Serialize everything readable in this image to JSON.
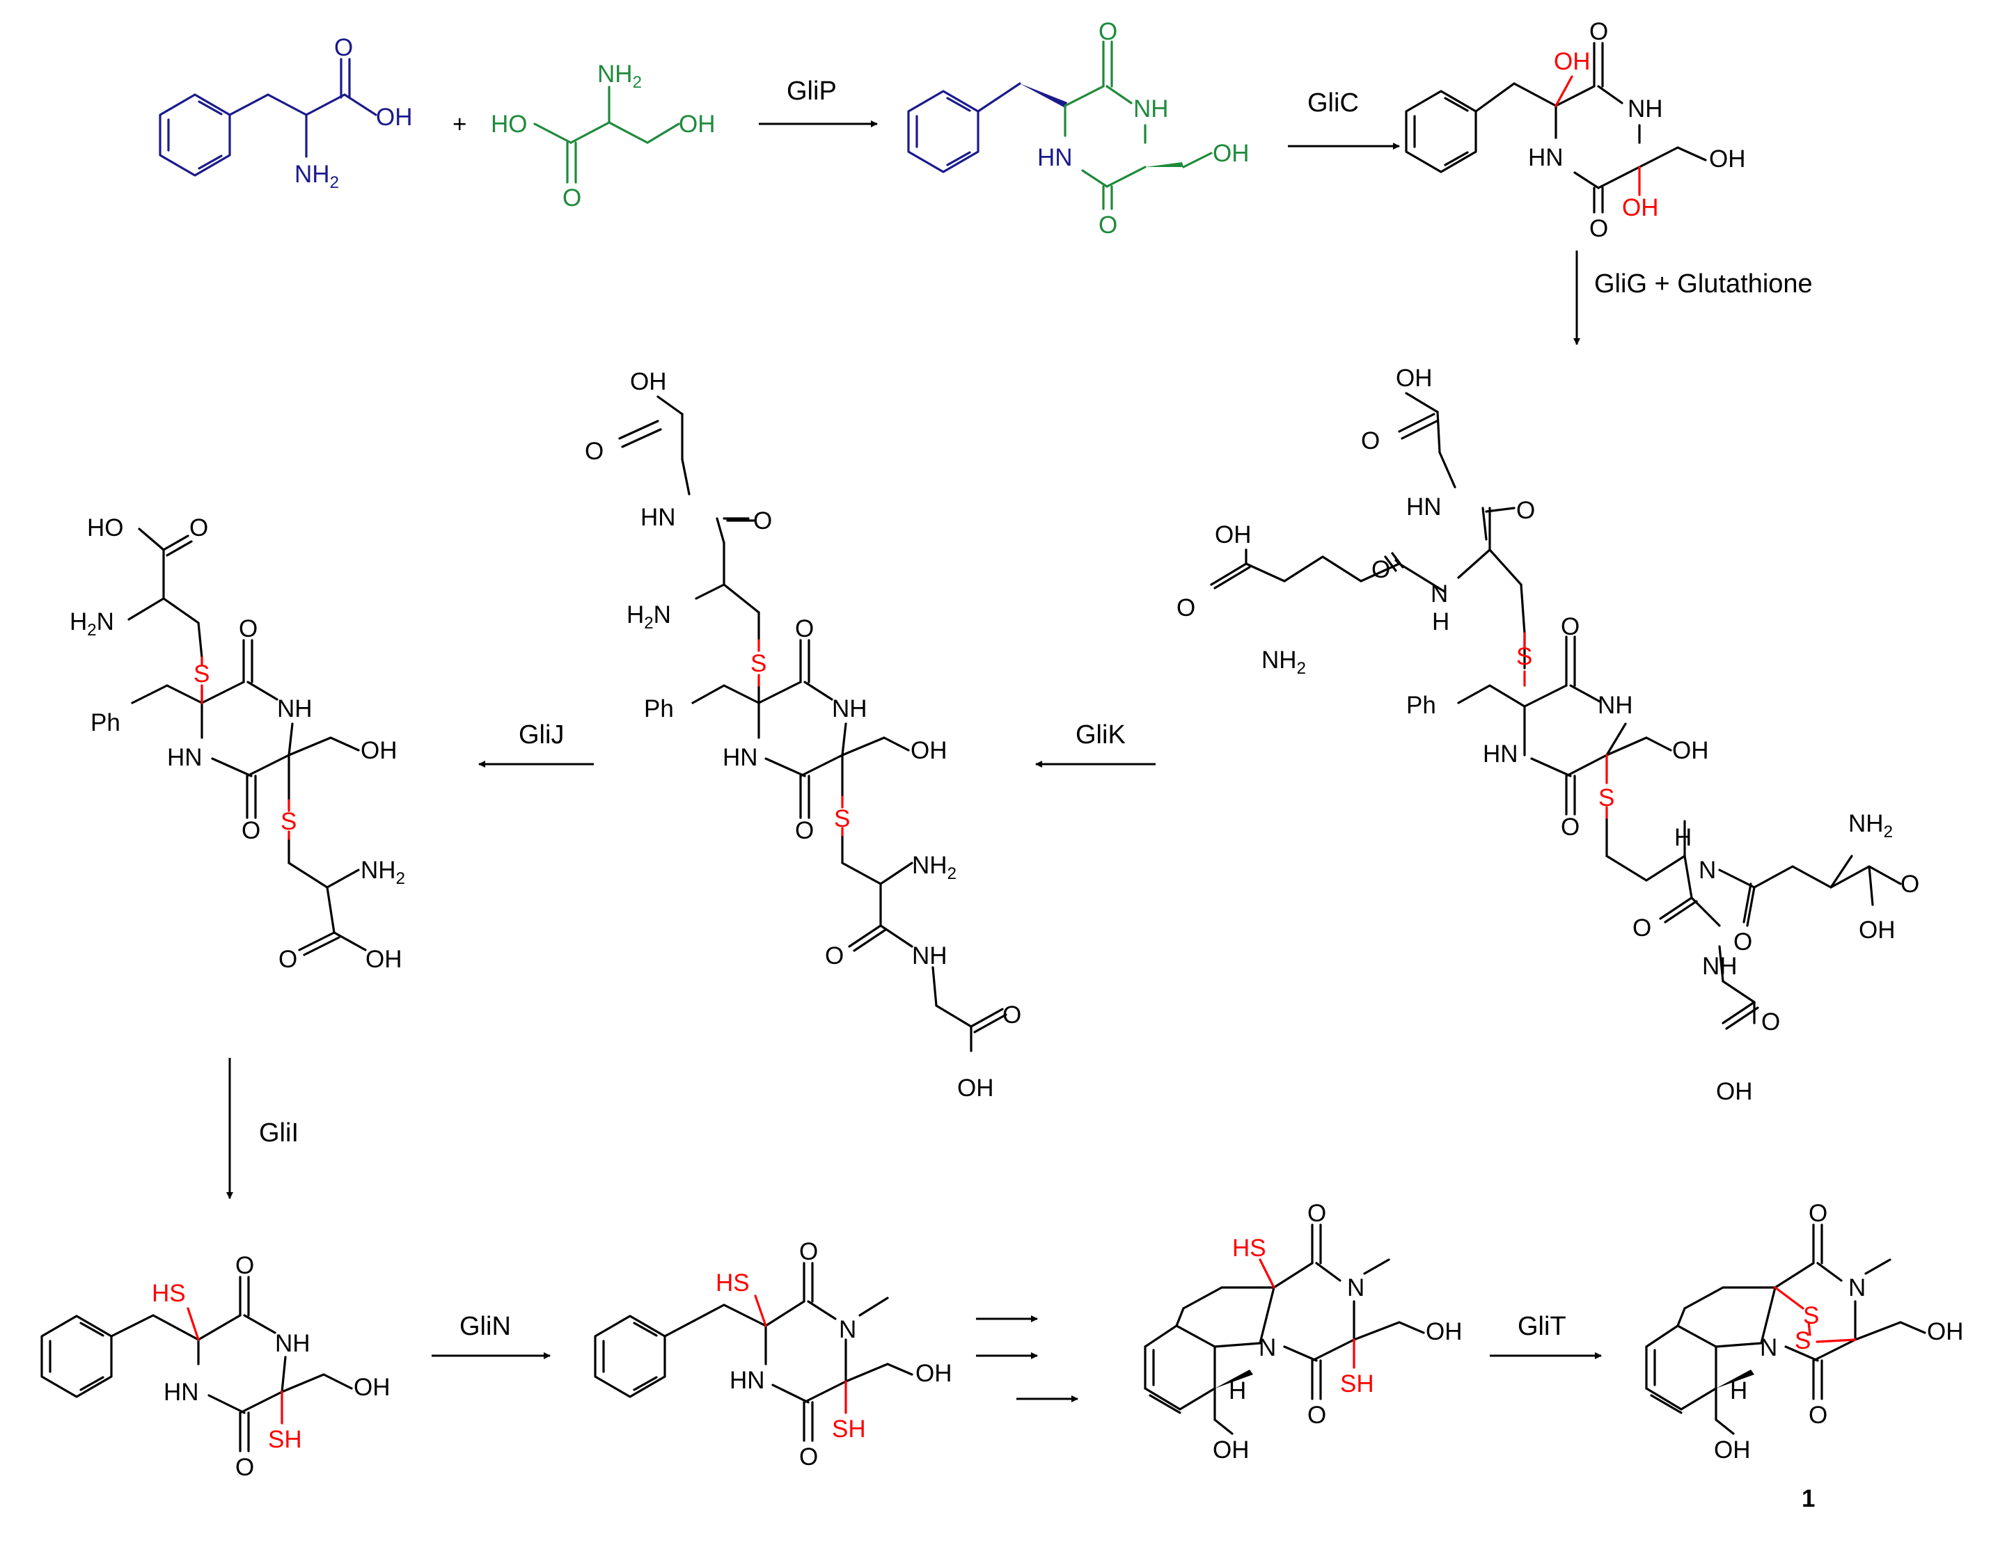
{
  "colors": {
    "black": "#000000",
    "phe": "#1a1a8c",
    "ser": "#1f8a3c",
    "highlight": "#ff0000"
  },
  "enzymes": {
    "glip": "GliP",
    "glic": "GliC",
    "glig": "GliG + Glutathione",
    "glik": "GliK",
    "glij": "GliJ",
    "glii": "GliI",
    "glin": "GliN",
    "glit": "GliT"
  },
  "compound_number": "1",
  "plus": "+",
  "atoms": {
    "O": "O",
    "OH": "OH",
    "HO": "HO",
    "NH": "NH",
    "HN": "HN",
    "NH2": "NH",
    "H2N": "H",
    "N": "N",
    "H": "H",
    "S": "S",
    "SH": "SH",
    "HS": "HS",
    "Ph": "Ph",
    "sub2": "2"
  }
}
